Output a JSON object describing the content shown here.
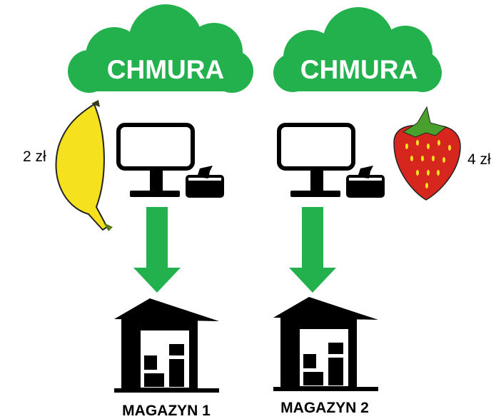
{
  "colors": {
    "cloud": "#22b14c",
    "arrow": "#22b14c",
    "icon": "#000000",
    "banana": "#f5e11e",
    "strawberry": "#d7261e"
  },
  "clouds": [
    {
      "label": "CHMURA"
    },
    {
      "label": "CHMURA"
    }
  ],
  "products": [
    {
      "name": "banana-icon",
      "price": "2 zł"
    },
    {
      "name": "strawberry-icon",
      "price": "4 zł"
    }
  ],
  "warehouses": [
    {
      "label": "MAGAZYN 1"
    },
    {
      "label": "MAGAZYN 2"
    }
  ]
}
